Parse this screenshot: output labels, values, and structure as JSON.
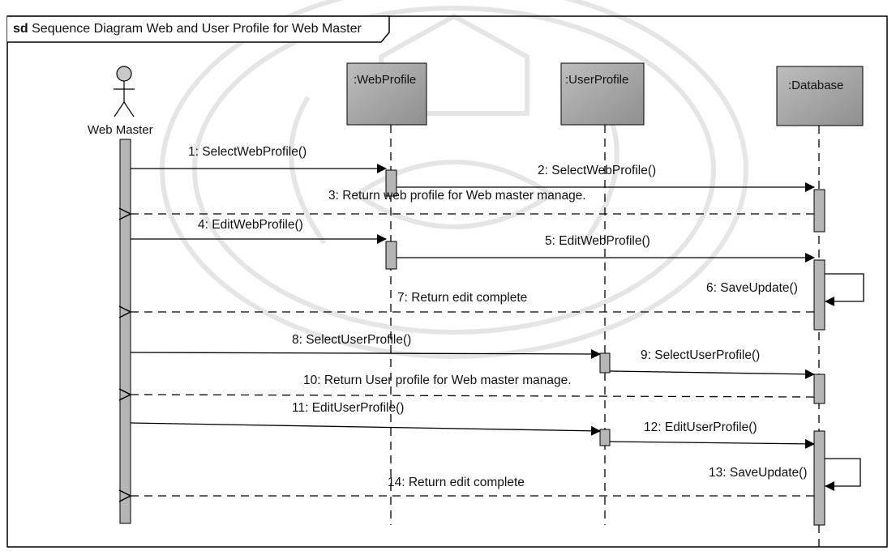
{
  "frame": {
    "keyword": "sd",
    "title": "Sequence Diagram Web and User Profile for Web Master"
  },
  "actor": {
    "name": "Web Master"
  },
  "lifelines": [
    {
      "id": "webprofile",
      "label": ":WebProfile"
    },
    {
      "id": "userprofile",
      "label": ":UserProfile"
    },
    {
      "id": "database",
      "label": ":Database"
    }
  ],
  "messages": [
    {
      "num": 1,
      "text": "1: SelectWebProfile()"
    },
    {
      "num": 2,
      "text": "2: SelectWebProfile()"
    },
    {
      "num": 3,
      "text": "3: Return web profile for Web master manage."
    },
    {
      "num": 4,
      "text": "4: EditWebProfile()"
    },
    {
      "num": 5,
      "text": "5: EditWebProfile()"
    },
    {
      "num": 6,
      "text": "6: SaveUpdate()"
    },
    {
      "num": 7,
      "text": "7: Return edit complete"
    },
    {
      "num": 8,
      "text": "8: SelectUserProfile()"
    },
    {
      "num": 9,
      "text": "9: SelectUserProfile()"
    },
    {
      "num": 10,
      "text": "10: Return User profile for Web master manage."
    },
    {
      "num": 11,
      "text": "11: EditUserProfile()"
    },
    {
      "num": 12,
      "text": "12: EditUserProfile()"
    },
    {
      "num": 13,
      "text": "13: SaveUpdate()"
    },
    {
      "num": 14,
      "text": "14: Return edit complete"
    }
  ]
}
